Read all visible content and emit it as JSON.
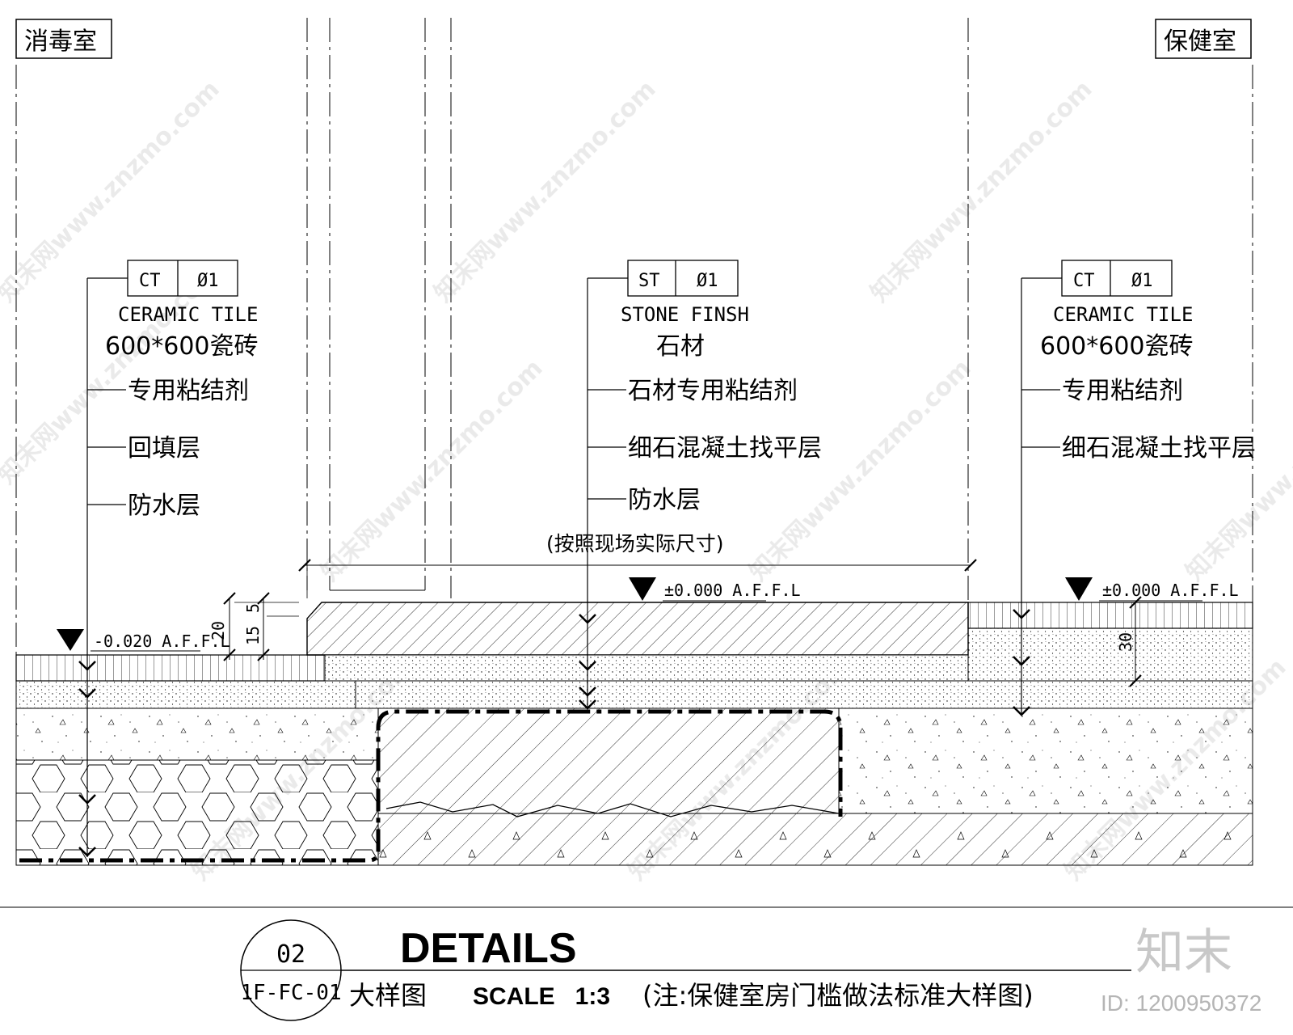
{
  "rooms": {
    "left": "消毒室",
    "right": "保健室"
  },
  "tags": {
    "left": {
      "code": "CT",
      "num": "Ø1",
      "title_en": "CERAMIC TILE",
      "title_cn": "600*600瓷砖",
      "layers": [
        "专用粘结剂",
        "回填层",
        "防水层"
      ]
    },
    "center": {
      "code": "ST",
      "num": "Ø1",
      "title_en": "STONE FINSH",
      "title_cn": "石材",
      "layers": [
        "石材专用粘结剂",
        "细石混凝土找平层",
        "防水层"
      ]
    },
    "right": {
      "code": "CT",
      "num": "Ø1",
      "title_en": "CERAMIC TILE",
      "title_cn": "600*600瓷砖",
      "layers": [
        "专用粘结剂",
        "细石混凝土找平层"
      ]
    }
  },
  "dimension_note": "(按照现场实际尺寸)",
  "levels": {
    "left": "-0.020 A.F.F.L",
    "center": "±0.000 A.F.F.L",
    "right": "±0.000 A.F.F.L"
  },
  "dims": {
    "d20": "20",
    "d15": "15",
    "d5": "5",
    "d30": "30"
  },
  "title_block": {
    "number": "02",
    "sheet": "1F-FC-01",
    "title": "DETAILS",
    "subtitle_cn": "大样图",
    "scale": "SCALE   1:3",
    "note": "(注:保健室房门槛做法标准大样图)"
  },
  "watermark": {
    "logo": "知末",
    "id": "ID: 1200950372",
    "site": "知末网www.znzmo.com"
  }
}
